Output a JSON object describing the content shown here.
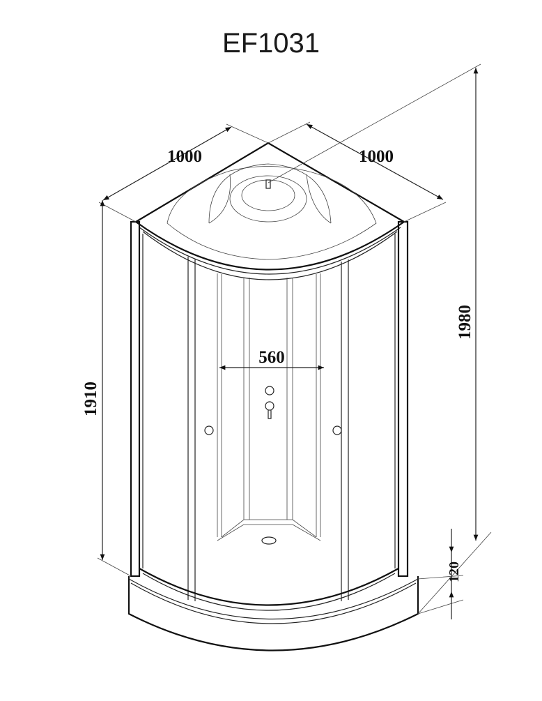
{
  "title": "EF1031",
  "dimensions": {
    "depth_left": "1000",
    "depth_right": "1000",
    "door_opening": "560",
    "cabin_height": "1910",
    "total_height": "1980",
    "tray_height": "120"
  },
  "colors": {
    "line": "#222222",
    "background": "#ffffff"
  }
}
